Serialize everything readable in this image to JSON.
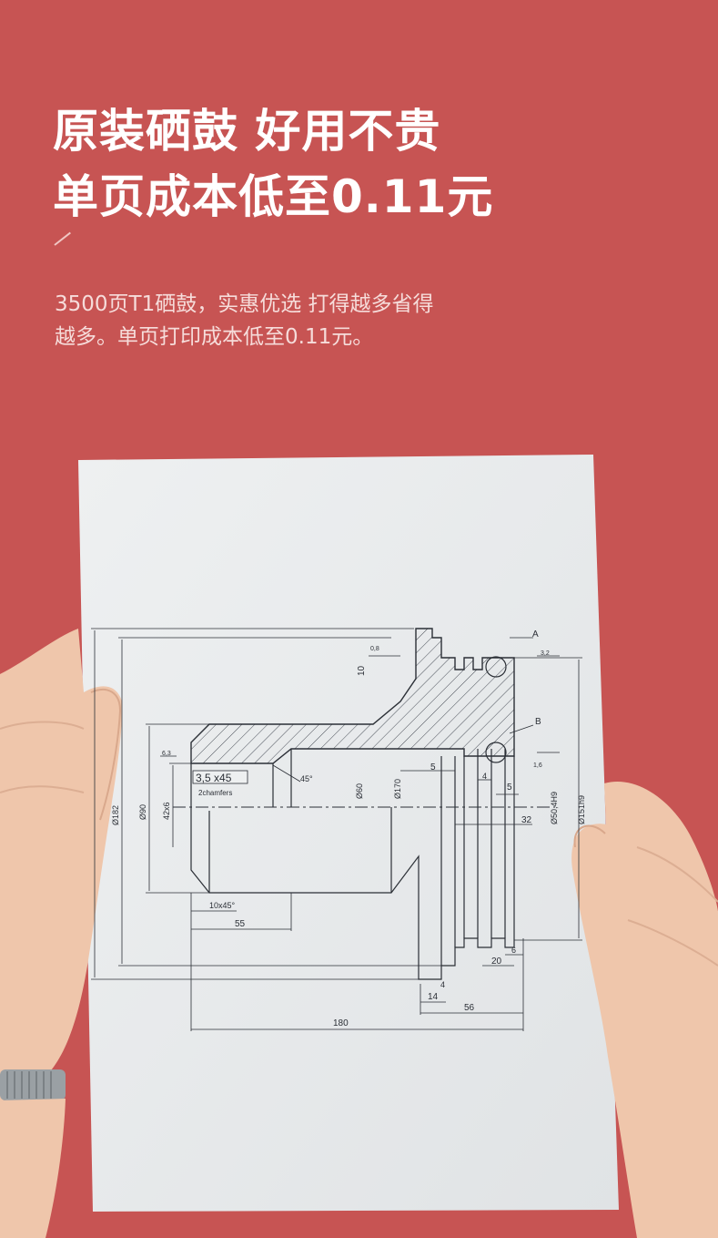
{
  "headline": {
    "line1": "原装硒鼓 好用不贵",
    "line2": "单页成本低至0.11元"
  },
  "subtitle": {
    "line1": "3500页T1硒鼓，实惠优选 打得越多省得",
    "line2": "越多。单页打印成本低至0.11元。"
  },
  "drawing": {
    "labels": {
      "A": "A",
      "B": "B",
      "r08": "0,8",
      "r32": "3,2",
      "r63": "6,3",
      "r16": "1,6",
      "d10": "10",
      "chamfer1": "3,5 x45",
      "chamfer2": "2chamfers",
      "angle45": "45°",
      "d60": "Ø60",
      "d170": "Ø170",
      "d182": "Ø182",
      "d90": "Ø90",
      "d42": "42x6",
      "d504": "Ø50,4H9",
      "d151": "Ø151h9",
      "w5a": "5",
      "w4": "4",
      "w5b": "5",
      "w32": "32",
      "c10x45": "10x45°",
      "w55": "55",
      "w20": "20",
      "w6": "6",
      "w4b": "4",
      "w14": "14",
      "w56": "56",
      "w180": "180"
    }
  },
  "colors": {
    "background": "#c75453",
    "paper": "#e9eced",
    "skin": "#f1c9ae",
    "line": "#2b2f36"
  }
}
